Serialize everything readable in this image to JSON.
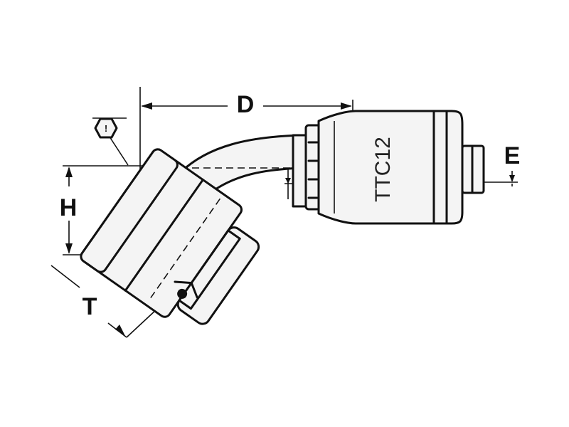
{
  "diagram": {
    "dimensions": {
      "d": "D",
      "e": "E",
      "h": "H",
      "t": "T"
    },
    "marking": "TTC12",
    "hex_symbol": "!",
    "colors": {
      "line": "#111111",
      "background": "#ffffff"
    }
  }
}
